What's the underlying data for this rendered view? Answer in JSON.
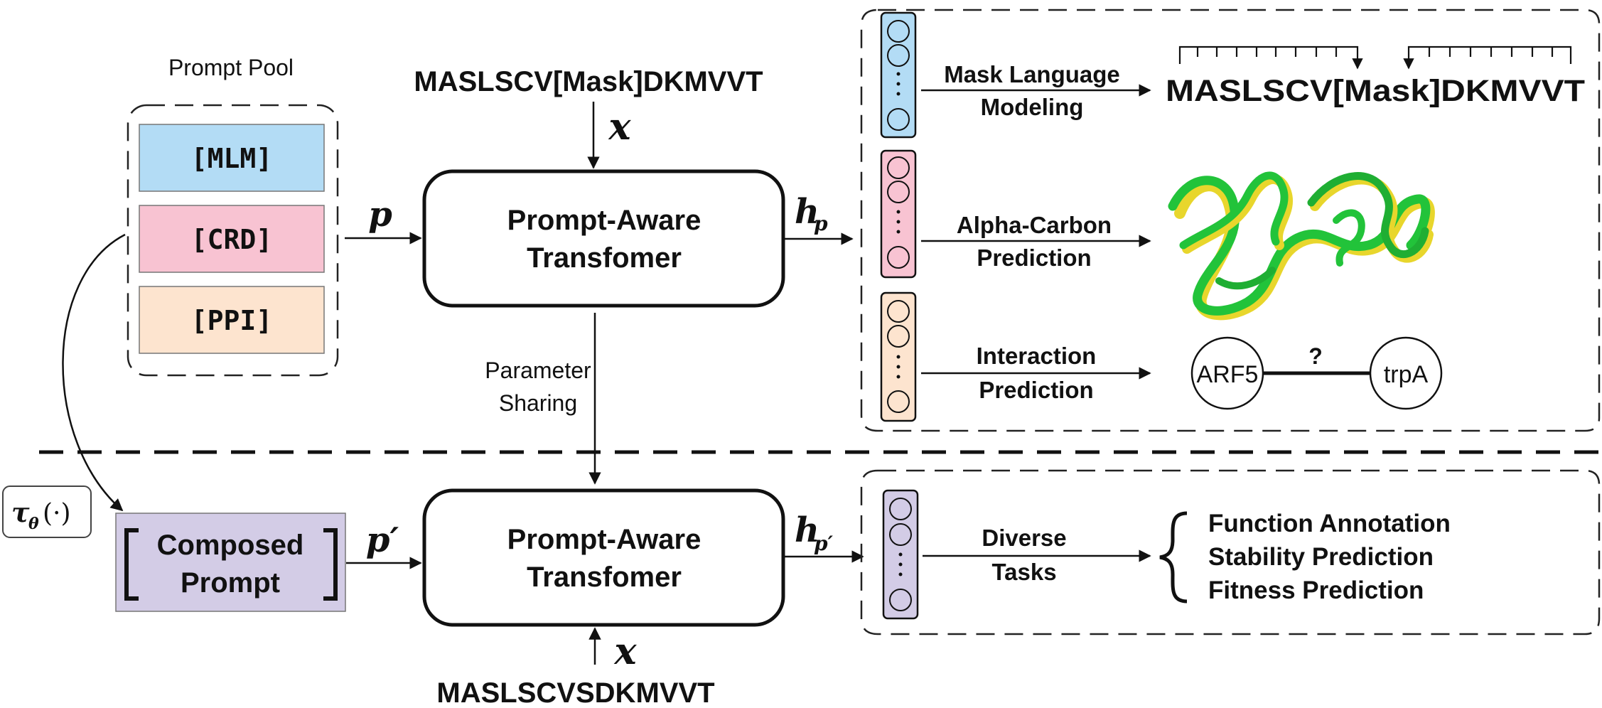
{
  "prompt_pool": {
    "title": "Prompt Pool",
    "items": [
      {
        "label": "[MLM]",
        "color": "#b3dcf5"
      },
      {
        "label": "[CRD]",
        "color": "#f8c3d2"
      },
      {
        "label": "[PPI]",
        "color": "#fde4cf"
      }
    ]
  },
  "top": {
    "input_sequence": "MASLSCV[Mask]DKMVVT",
    "input_symbol": "x",
    "prompt_symbol": "p",
    "transformer_line1": "Prompt-Aware",
    "transformer_line2": "Transfomer",
    "output_symbol": "h",
    "output_subscript": "p"
  },
  "sharing": {
    "line1": "Parameter",
    "line2": "Sharing"
  },
  "tasks": [
    {
      "line1": "Mask Language",
      "line2": "Modeling",
      "color": "#b3dcf5",
      "result": "MASLSCV[Mask]DKMVVT"
    },
    {
      "line1": "Alpha-Carbon",
      "line2": "Prediction",
      "color": "#f8c3d2",
      "result": "protein-structure"
    },
    {
      "line1": "Interaction",
      "line2": "Prediction",
      "color": "#fde4cf",
      "node_a": "ARF5",
      "node_b": "trpA",
      "edge_label": "?"
    }
  ],
  "bottom": {
    "operator_symbol": "τ",
    "operator_sub": "θ",
    "operator_arg": "(·)",
    "composed_line1": "Composed",
    "composed_line2": "Prompt",
    "composed_color": "#d3cce6",
    "prompt_symbol": "p′",
    "transformer_line1": "Prompt-Aware",
    "transformer_line2": "Transfomer",
    "output_symbol": "h",
    "output_subscript": "p′",
    "input_symbol": "x",
    "input_sequence": "MASLSCVSDKMVVT",
    "task_line1": "Diverse",
    "task_line2": "Tasks",
    "task_color": "#d3cce6",
    "task_list": [
      "Function Annotation",
      "Stability Prediction",
      "Fitness Prediction"
    ]
  },
  "icons": [
    "arrow-right-icon",
    "arrow-down-icon",
    "brace-icon",
    "protein-structure-icon"
  ]
}
